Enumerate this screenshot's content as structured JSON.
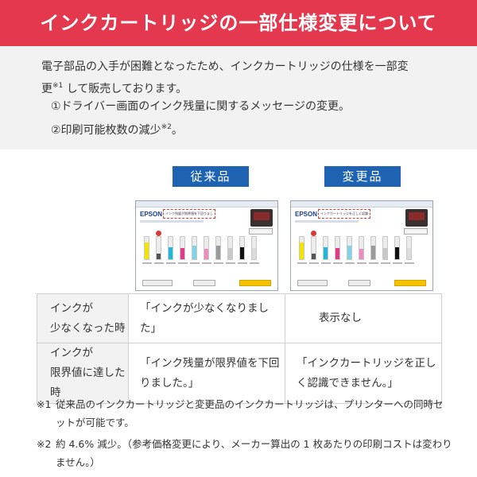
{
  "banner": {
    "title": "インクカートリッジの一部仕様変更について"
  },
  "intro": {
    "line1": "電子部品の入手が困難となったため、インクカートリッジの仕様を一部変",
    "line2_text": "更",
    "line2_sup": "※1",
    "line2_rest": " して販売しております。",
    "item1": "①ドライバー画面のインク残量に関するメッセージの変更。",
    "item2_text": "②印刷可能枚数の減少",
    "item2_sup": "※2",
    "item2_end": "。"
  },
  "labels": {
    "old": "従来品",
    "new": "変更品"
  },
  "screens": {
    "logo": "EPSON",
    "old_message": "インク残量が限界値を下回りました",
    "new_message": "インクカートリッジを正しく認識できません",
    "inks": [
      {
        "color": "#f2e600",
        "level": 0.75,
        "warn": false
      },
      {
        "color": "#555555",
        "level": 0.25,
        "warn": true
      },
      {
        "color": "#20b8d8",
        "level": 0.55,
        "warn": false
      },
      {
        "color": "#e03a8a",
        "level": 0.5,
        "warn": false
      },
      {
        "color": "#7fd4e8",
        "level": 0.6,
        "warn": false
      },
      {
        "color": "#f08ac0",
        "level": 0.45,
        "warn": false
      },
      {
        "color": "#9a9a9a",
        "level": 0.6,
        "warn": false
      },
      {
        "color": "#c8c8c8",
        "level": 0.5,
        "warn": false
      },
      {
        "color": "#111111",
        "level": 0.55,
        "warn": false
      },
      {
        "color": "#dcdcdc",
        "level": 0.5,
        "warn": false
      }
    ]
  },
  "table": {
    "rows": [
      {
        "header_line1": "インクが",
        "header_line2": "少なくなった時",
        "old_line1": "「インクが少なくなりました」",
        "old_line2": "",
        "new_line1": "表示なし",
        "new_line2": ""
      },
      {
        "header_line1": "インクが",
        "header_line2": "限界値に達した時",
        "old_line1": "「インク残量が限界値を下回",
        "old_line2": "りました。」",
        "new_line1": "「インクカートリッジを正し",
        "new_line2": "く認識できません。」"
      }
    ]
  },
  "notes": [
    {
      "mark": "※1",
      "line1": "従来品のインクカートリッジと変更品のインクカートリッジは、プリンターへの同時セ",
      "line2": "ットが可能です。"
    },
    {
      "mark": "※2",
      "line1": "約 4.6% 減少。（参考価格変更により、メーカー算出の 1 枚あたりの印刷コストは変わり",
      "line2": "ません。）"
    }
  ],
  "colors": {
    "banner": "#e4384f",
    "tag": "#1e63b2",
    "intro_bg": "#f2f2f2",
    "dash": "#e03a3a",
    "ok_button": "#f6c200"
  }
}
